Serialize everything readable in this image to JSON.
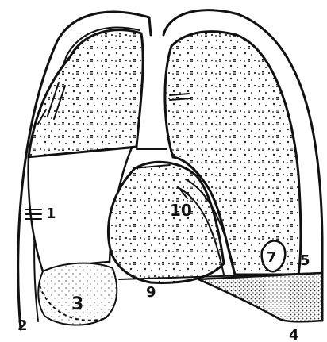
{
  "figure": {
    "labels": {
      "n1": "1",
      "n2": "2",
      "n3": "3",
      "n4": "4",
      "n5": "5",
      "n7": "7",
      "n9": "9",
      "n10": "10"
    },
    "colors": {
      "ink": "#111111",
      "paper": "#ffffff"
    }
  }
}
